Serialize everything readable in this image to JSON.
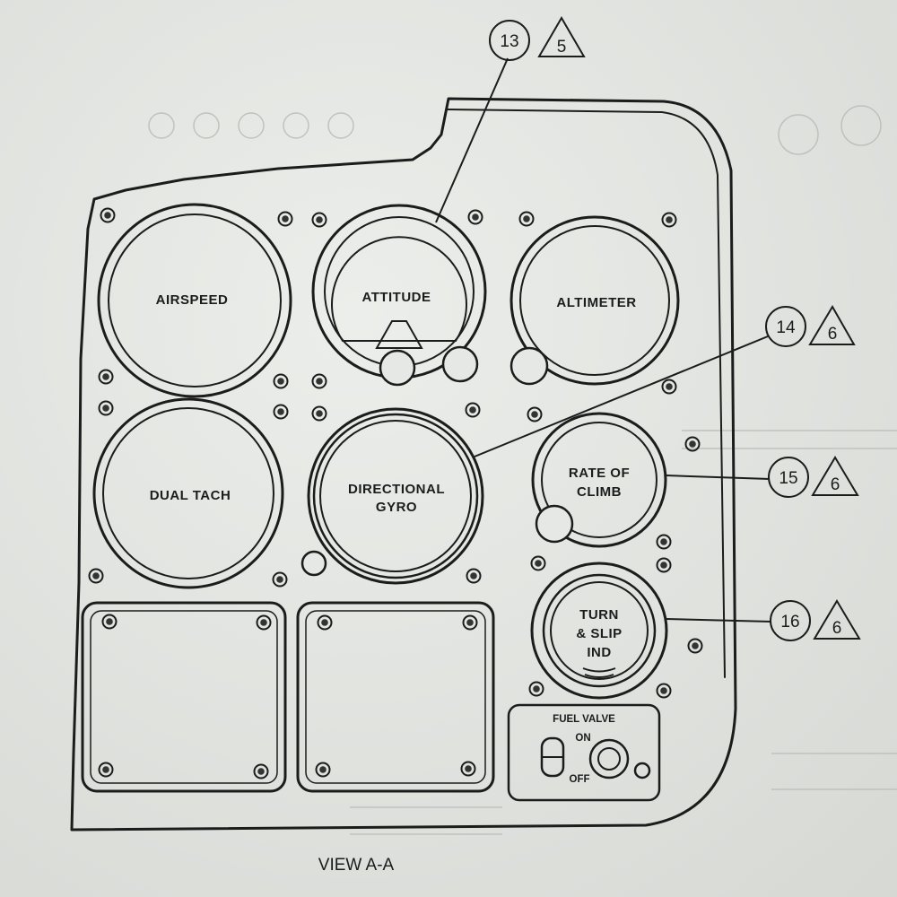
{
  "gauges": {
    "airspeed": "AIRSPEED",
    "attitude": "ATTITUDE",
    "altimeter": "ALTIMETER",
    "dual_tach": "DUAL TACH",
    "directional_gyro": [
      "DIRECTIONAL",
      "GYRO"
    ],
    "rate_of_climb": [
      "RATE OF",
      "CLIMB"
    ],
    "turn_slip": [
      "TURN",
      "& SLIP",
      "IND"
    ]
  },
  "fuel_valve": {
    "title": "FUEL VALVE",
    "on": "ON",
    "off": "OFF"
  },
  "callouts": [
    {
      "item": "13",
      "note": "5"
    },
    {
      "item": "14",
      "note": "6"
    },
    {
      "item": "15",
      "note": "6"
    },
    {
      "item": "16",
      "note": "6"
    }
  ],
  "view_label": "VIEW A-A",
  "colors": {
    "paper": "#e4e6e3",
    "ink": "#1c1c1c",
    "ghost": "#b9bcb8"
  }
}
